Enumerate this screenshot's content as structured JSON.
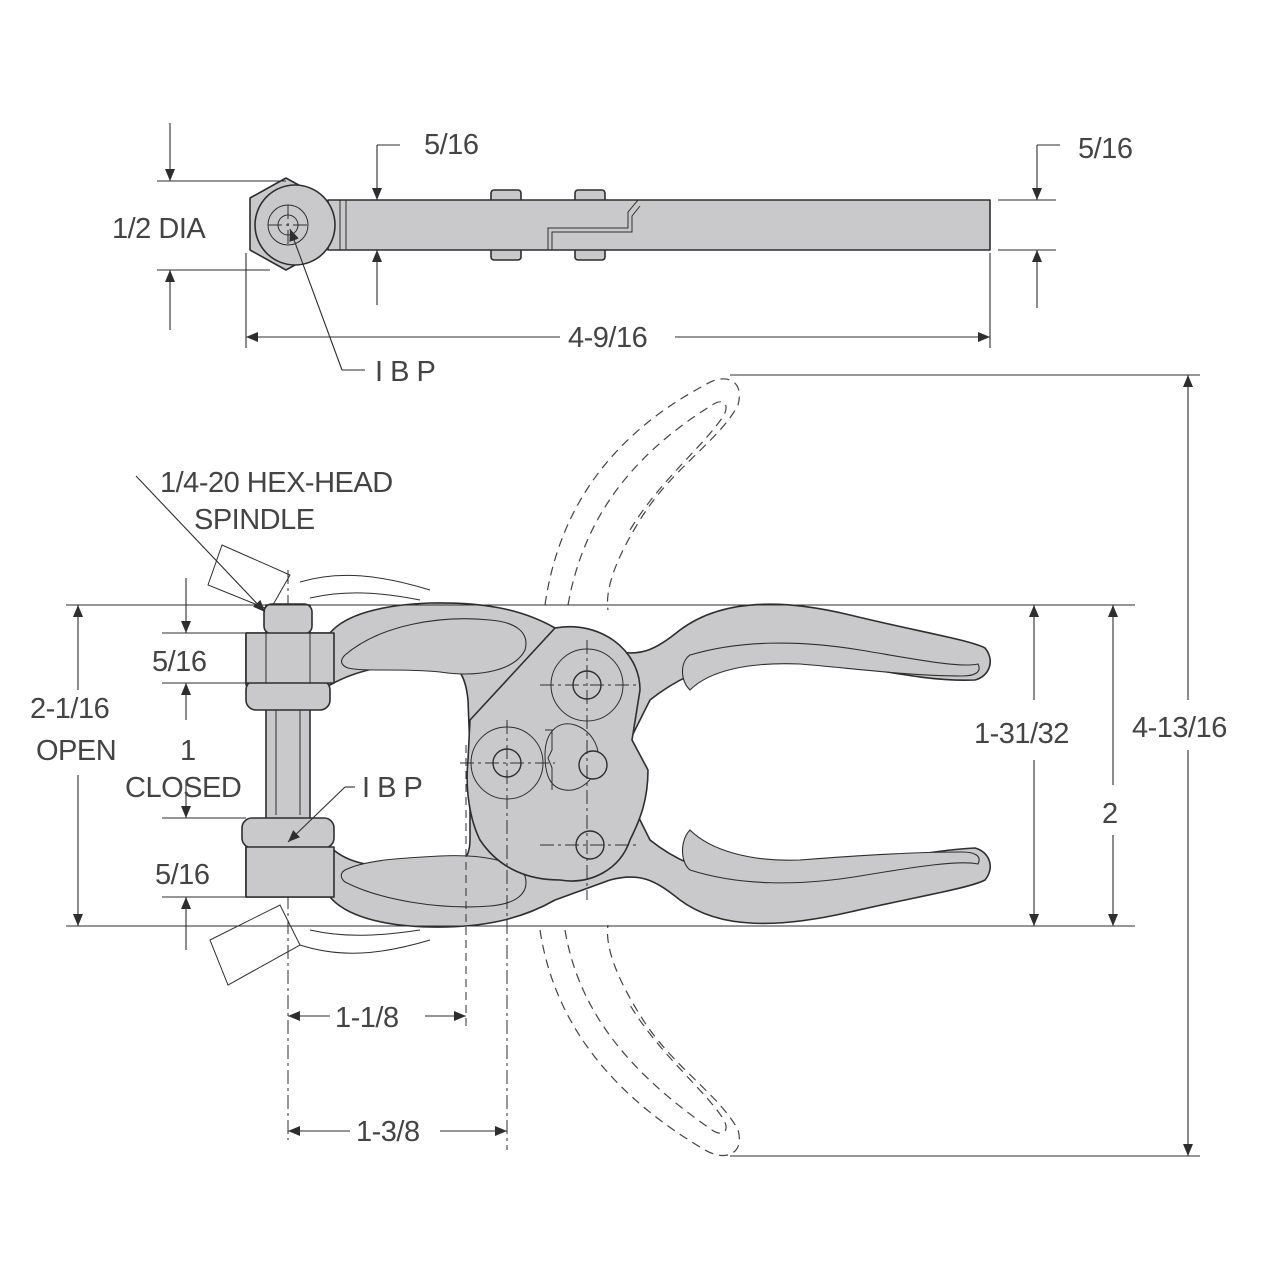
{
  "diagram": {
    "top_view": {
      "diameter_label": "1/2 DIA",
      "thickness_left_label": "5/16",
      "thickness_right_label": "5/16",
      "length_label": "4-9/16",
      "ibp_label": "I B P"
    },
    "side_view": {
      "spindle_label_line1": "1/4-20 HEX-HEAD",
      "spindle_label_line2": "SPINDLE",
      "upper_jaw_label": "5/16",
      "lower_jaw_label": "5/16",
      "open_label_value": "2-1/16",
      "open_label_word": "OPEN",
      "closed_label_value": "1",
      "closed_label_word": "CLOSED",
      "ibp_label": "I B P",
      "pivot_offset_label": "1-1/8",
      "pivot_offset_2_label": "1-3/8",
      "handle_height_label": "1-31/32",
      "overall_height_label": "2",
      "open_handle_span_label": "4-13/16"
    }
  }
}
